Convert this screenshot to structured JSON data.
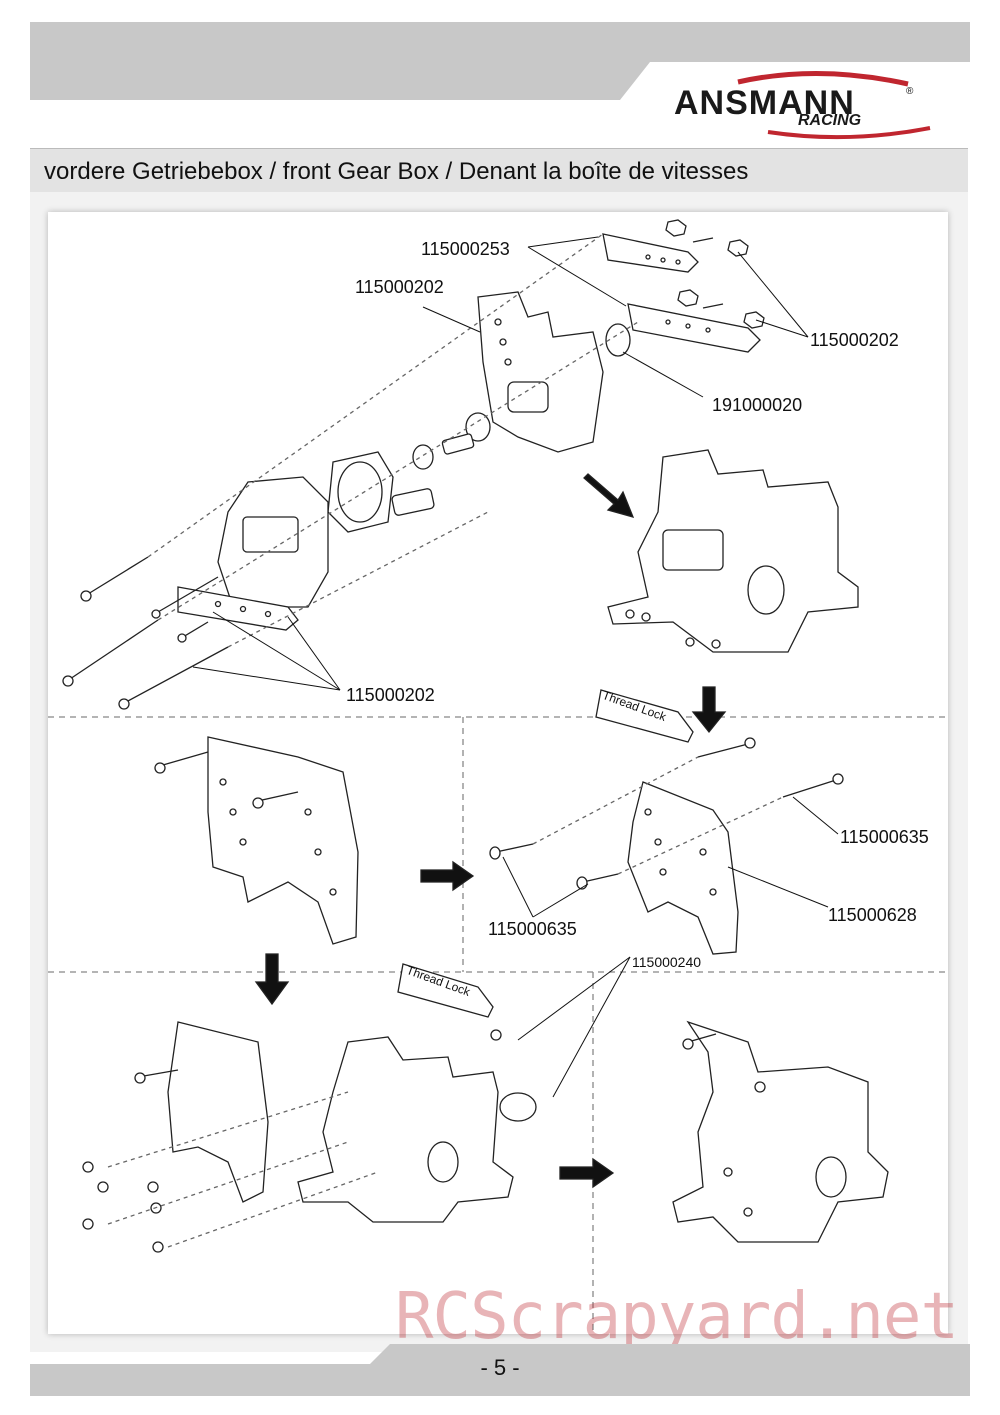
{
  "header": {
    "brand": "ANSMANN",
    "brand_sub": "RACING",
    "registered": "®"
  },
  "title": "vordere Getriebebox / front Gear Box / Denant la boîte de vitesses",
  "labels": {
    "p1": "115000253",
    "p2": "115000202",
    "p3": "115000202",
    "p4": "191000020",
    "p5": "115000202",
    "p6": "115000635",
    "p7": "115000628",
    "p8": "115000635",
    "p9": "115000240"
  },
  "thread_lock_1": "Thread Lock",
  "thread_lock_2": "Thread Lock",
  "footer": {
    "page_number": "- 5 -",
    "watermark": "RCScrapyard.net"
  },
  "colors": {
    "band": "#c8c8c8",
    "title_bar": "#e3e3e3",
    "accent_red": "#c0262f"
  }
}
